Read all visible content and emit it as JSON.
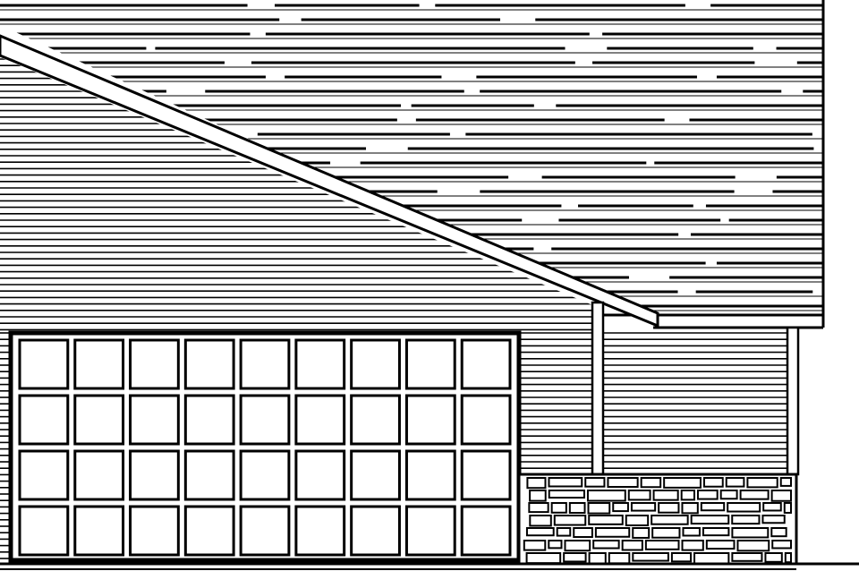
{
  "drawing": {
    "subject": "garage-side-elevation",
    "line_color": "#000000",
    "paper_color": "#ffffff",
    "garage_door": {
      "columns": 9,
      "rows": 4
    },
    "siding": "horizontal-lap",
    "wainscot": "stone-veneer"
  }
}
